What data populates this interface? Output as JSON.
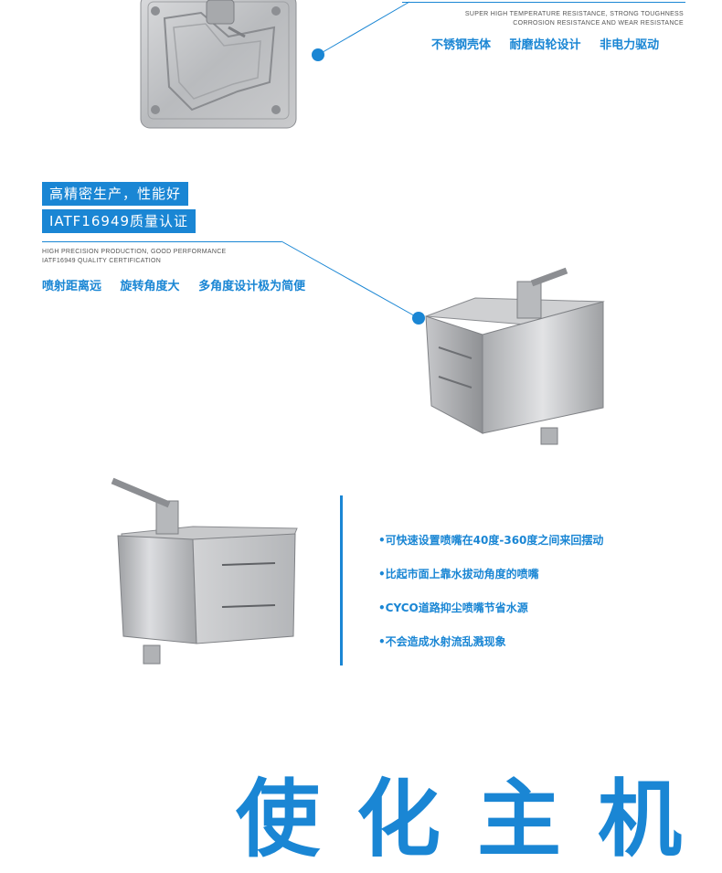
{
  "section1": {
    "en_line1": "SUPER HIGH TEMPERATURE RESISTANCE, STRONG TOUGHNESS",
    "en_line2": "CORROSION RESISTANCE AND WEAR RESISTANCE",
    "features": [
      "不锈钢壳体",
      "耐磨齿轮设计",
      "非电力驱动"
    ]
  },
  "section2": {
    "tag1": "高精密生产，性能好",
    "tag2": "IATF16949质量认证",
    "en_line1": "HIGH PRECISION PRODUCTION, GOOD PERFORMANCE",
    "en_line2": "IATF16949 QUALITY CERTIFICATION",
    "features": [
      "喷射距离远",
      "旋转角度大",
      "多角度设计极为简便"
    ]
  },
  "section3": {
    "bullets": [
      "•可快速设置喷嘴在40度-360度之间来回摆动",
      "•比起市面上靠水拔动角度的喷嘴",
      "•CYCO道路抑尘喷嘴节省水源",
      "•不会造成水射流乱溅现象"
    ]
  },
  "footer": {
    "title": "使化主机"
  },
  "colors": {
    "accent": "#1a86d4"
  }
}
